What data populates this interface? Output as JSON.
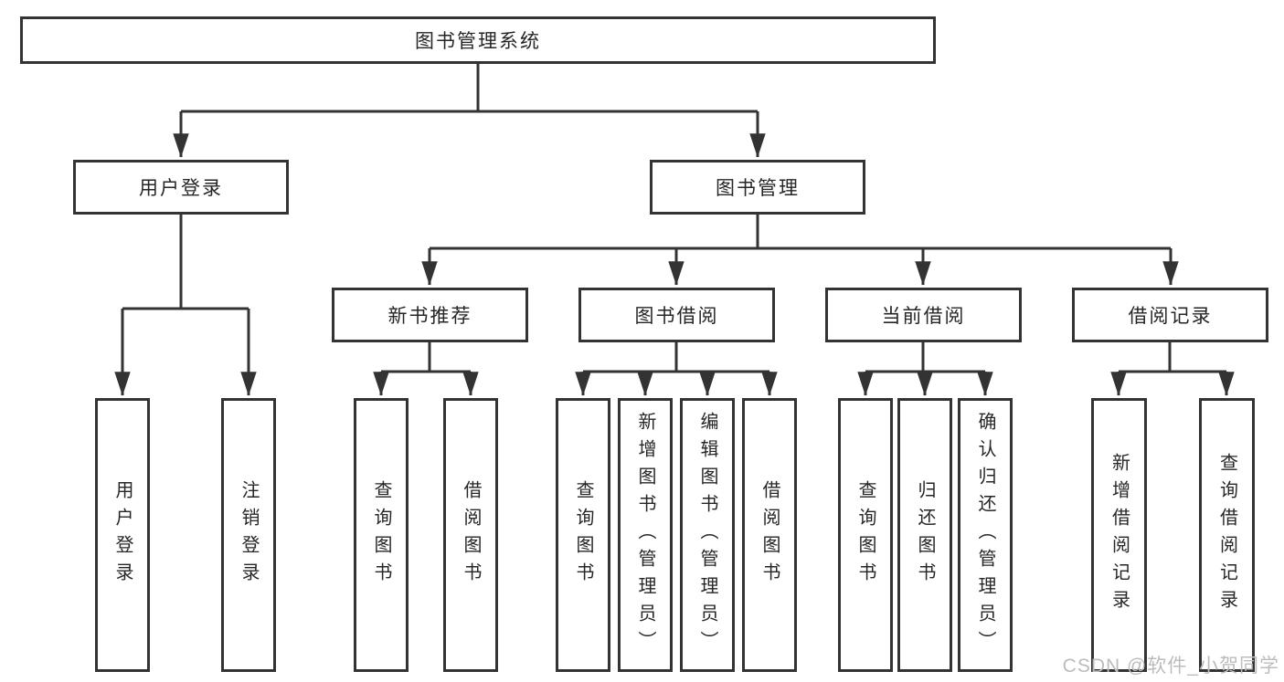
{
  "nodes": {
    "root": {
      "label": "图书管理系统"
    },
    "level2": [
      {
        "label": "用户登录"
      },
      {
        "label": "图书管理"
      }
    ],
    "level3": [
      {
        "label": "新书推荐",
        "parent": "图书管理"
      },
      {
        "label": "图书借阅",
        "parent": "图书管理"
      },
      {
        "label": "当前借阅",
        "parent": "图书管理"
      },
      {
        "label": "借阅记录",
        "parent": "图书管理"
      }
    ],
    "leaves": [
      {
        "label": "用户登录",
        "parent": "用户登录"
      },
      {
        "label": "注销登录",
        "parent": "用户登录"
      },
      {
        "label": "查询图书",
        "parent": "新书推荐"
      },
      {
        "label": "借阅图书",
        "parent": "新书推荐"
      },
      {
        "label": "查询图书",
        "parent": "图书借阅"
      },
      {
        "label": "新增图书（管理员）",
        "parent": "图书借阅"
      },
      {
        "label": "编辑图书（管理员）",
        "parent": "图书借阅"
      },
      {
        "label": "借阅图书",
        "parent": "图书借阅"
      },
      {
        "label": "查询图书",
        "parent": "当前借阅"
      },
      {
        "label": "归还图书",
        "parent": "当前借阅"
      },
      {
        "label": "确认归还（管理员）",
        "parent": "当前借阅"
      },
      {
        "label": "新增借阅记录",
        "parent": "借阅记录"
      },
      {
        "label": "查询借阅记录",
        "parent": "借阅记录"
      }
    ]
  },
  "watermark": {
    "text": "CSDN @软件_小贺同学"
  },
  "colors": {
    "line": "#333333",
    "border": "#333333",
    "text": "#262626",
    "background": "#ffffff",
    "watermark": "#bcbcbc"
  }
}
